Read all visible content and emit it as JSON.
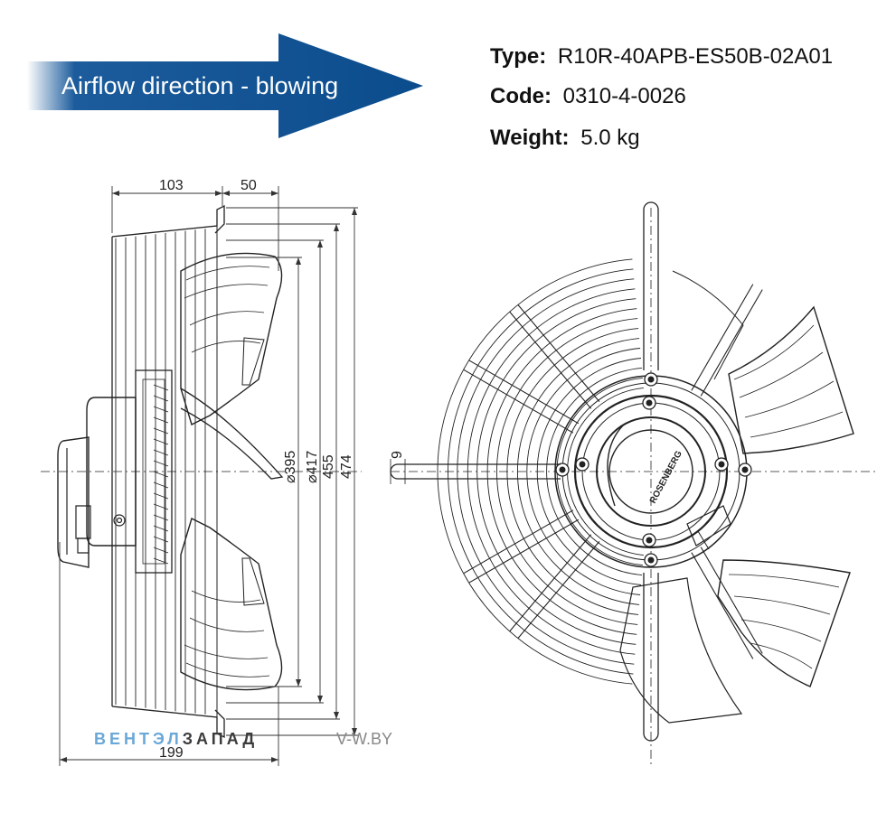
{
  "banner": {
    "label": "Airflow direction - blowing",
    "color_dark": "#0b4c8c",
    "color_light": "#ffffff"
  },
  "specs": [
    {
      "key": "Type:",
      "value": "R10R-40APB-ES50B-02A01"
    },
    {
      "key": "Code:",
      "value": "0310-4-0026"
    },
    {
      "key": "Weight:",
      "value": "5.0 kg"
    }
  ],
  "dimensions": {
    "top_left": "103",
    "top_right": "50",
    "bottom": "199",
    "d1": "⌀395",
    "d2": "⌀417",
    "d3": "455",
    "d4": "474",
    "side": "9"
  },
  "watermark": {
    "part1": "ВЕНТЭЛ",
    "part2": "ЗАПАД",
    "part3": "V-W.BY",
    "color1": "#6aa8d8",
    "color2": "#3c3c3c"
  },
  "logo": "ROSENBERG",
  "colors": {
    "line": "#222222",
    "dim": "#333333"
  }
}
